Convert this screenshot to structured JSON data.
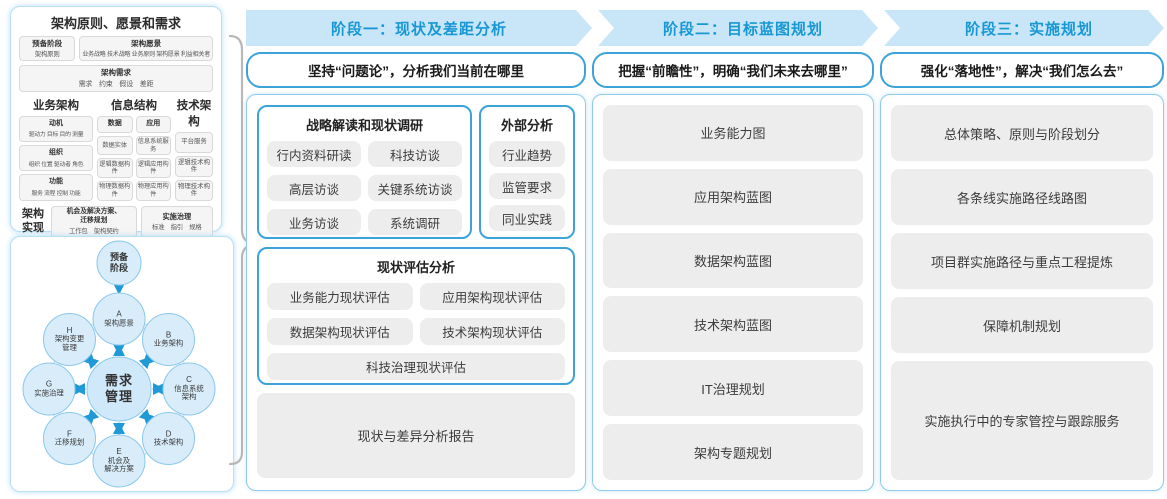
{
  "colors": {
    "accent_blue": "#1797d4",
    "band_bg": "#c9e6f8",
    "box_border_blue": "#3ba2da",
    "panel_border_blue": "#8fcbee",
    "item_gray_bg": "#ededed",
    "circle_fill": "#d8ecfa",
    "circle_stroke": "#8bc8ec",
    "arrow_blue": "#1f9ad6",
    "brace_gray": "#b8b8b8"
  },
  "left_top": {
    "title": "架构原则、愿景和需求",
    "prep": {
      "title": "预备阶段",
      "sub": "架构原则"
    },
    "vision": {
      "title": "架构愿景",
      "sub": "业务战略 技术战略 业务原则 架构愿景 利益相关者"
    },
    "requirements": {
      "title": "架构需求",
      "sub": "需求　约束　假设　差距"
    },
    "business": {
      "title": "业务架构",
      "boxes": [
        {
          "title": "动机",
          "sub": "驱动力 目标 目的 测量"
        },
        {
          "title": "组织",
          "sub": "组织 位置 驱动者 角色"
        },
        {
          "title": "功能",
          "sub": "服务 流程 控制 功能"
        }
      ]
    },
    "info": {
      "title": "信息结构",
      "data": {
        "title": "数据",
        "items": [
          "数据实体",
          "逻辑数据构件",
          "物理数据构件"
        ]
      },
      "app": {
        "title": "应用",
        "items": [
          "信息系统服务",
          "逻辑应用构件",
          "物理应用构件"
        ]
      }
    },
    "tech": {
      "title": "技术架构",
      "items": [
        "平台服务",
        "逻辑技术构件",
        "物理技术构件"
      ]
    },
    "realization": {
      "label": "架构\n实现",
      "box1": {
        "title": "机会及解决方案、\n迁移规划",
        "sub": "工作包　架构契约"
      },
      "box2": {
        "title": "实施治理",
        "sub": "标准　指引　规格"
      }
    }
  },
  "adm": {
    "prep": "预备\n阶段",
    "center": "需求\n管理",
    "nodes": [
      {
        "letter": "A",
        "label": "架构愿景"
      },
      {
        "letter": "B",
        "label": "业务架构"
      },
      {
        "letter": "C",
        "label": "信息系统\n架构"
      },
      {
        "letter": "D",
        "label": "技术架构"
      },
      {
        "letter": "E",
        "label": "机会及\n解决方案"
      },
      {
        "letter": "F",
        "label": "迁移规划"
      },
      {
        "letter": "G",
        "label": "实施治理"
      },
      {
        "letter": "H",
        "label": "架构变更\n管理"
      }
    ]
  },
  "phases": [
    {
      "title": "阶段一：现状及差距分析",
      "slogan": "坚持“问题论”，分析我们当前在哪里"
    },
    {
      "title": "阶段二：目标蓝图规划",
      "slogan": "把握“前瞻性”，明确“我们未来去哪里”",
      "items": [
        "业务能力图",
        "应用架构蓝图",
        "数据架构蓝图",
        "技术架构蓝图",
        "IT治理规划",
        "架构专题规划"
      ]
    },
    {
      "title": "阶段三：实施规划",
      "slogan": "强化“落地性”，解决“我们怎么去”",
      "items": [
        "总体策略、原则与阶段划分",
        "各条线实施路径线路图",
        "项目群实施路径与重点工程提炼",
        "保障机制规划",
        "实施执行中的专家管控与跟踪服务"
      ]
    }
  ],
  "phase1": {
    "group1": {
      "title": "战略解读和现状调研",
      "items": [
        "行内资料研读",
        "科技访谈",
        "高层访谈",
        "关键系统访谈",
        "业务访谈",
        "系统调研"
      ]
    },
    "group2": {
      "title": "外部分析",
      "items": [
        "行业趋势",
        "监管要求",
        "同业实践"
      ]
    },
    "group3": {
      "title": "现状评估分析",
      "items": [
        "业务能力现状评估",
        "应用架构现状评估",
        "数据架构现状评估",
        "技术架构现状评估",
        "科技治理现状评估"
      ]
    },
    "report": "现状与差异分析报告"
  }
}
